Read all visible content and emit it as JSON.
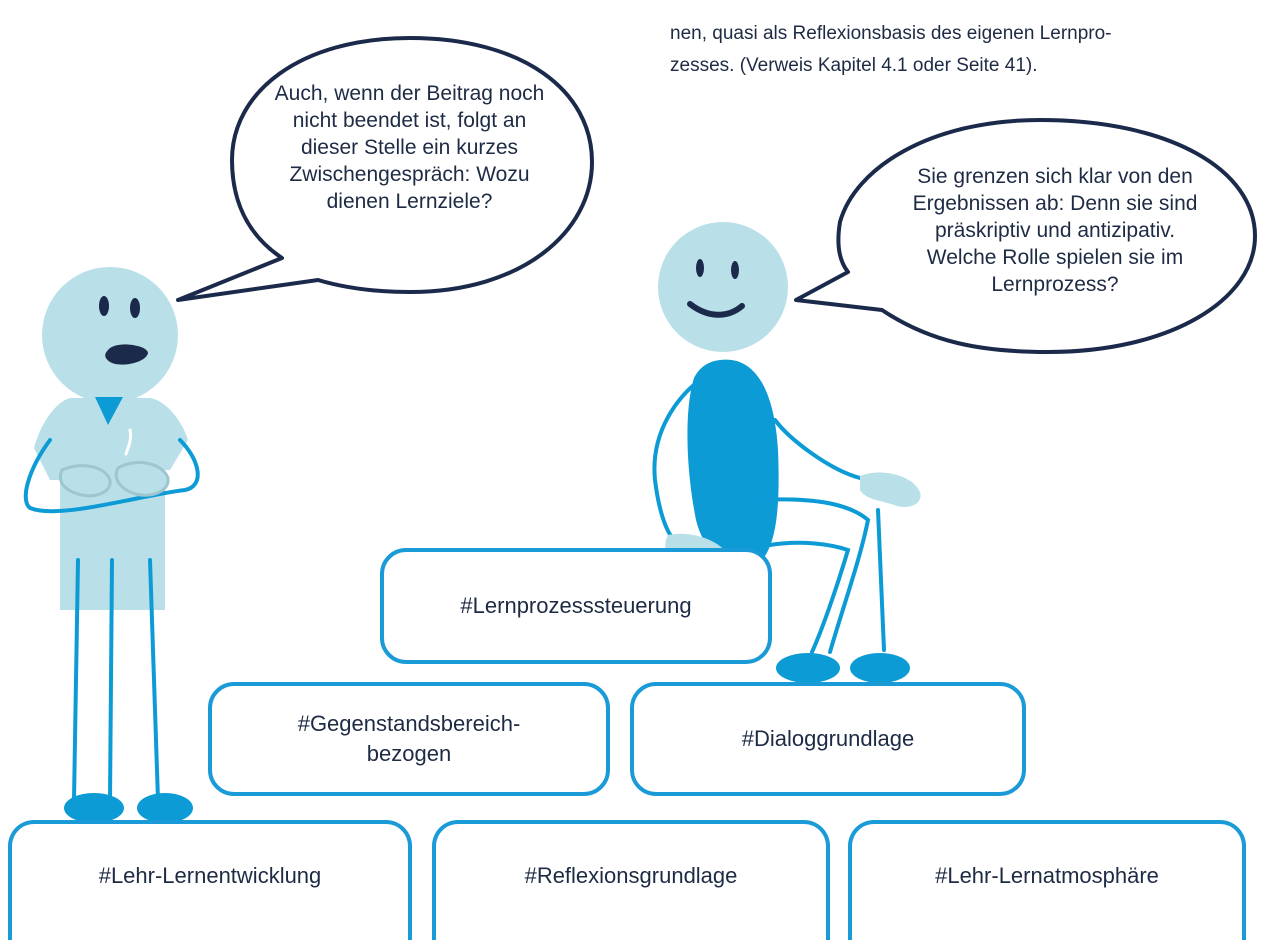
{
  "top_paragraph": {
    "lines": [
      "nen, quasi als Reflexionsbasis des eigenen Lernpro-",
      "zesses. (Verweis Kapitel 4.1 oder Seite 41)."
    ]
  },
  "bubble_left": {
    "lines": [
      "Auch, wenn der Beitrag noch",
      "nicht beendet ist, folgt an",
      "dieser Stelle ein kurzes",
      "Zwischengespräch: Wozu",
      "dienen Lernziele?"
    ]
  },
  "bubble_right": {
    "lines": [
      "Sie grenzen sich klar von den",
      "Ergebnissen ab: Denn sie sind",
      "präskriptiv und antizipativ.",
      "Welche Rolle spielen sie im",
      "Lernprozess?"
    ]
  },
  "blocks": {
    "steuerung": "#Lernprozesssteuerung",
    "gegenstand_line1": "#Gegenstandsbereich-",
    "gegenstand_line2": "bezogen",
    "dialog": "#Dialoggrundlage",
    "lehrentwicklung": "#Lehr-Lernentwicklung",
    "reflexion": "#Reflexionsgrundlage",
    "atmosphaere": "#Lehr-Lernatmosphäre"
  },
  "colors": {
    "figure_light": "#b9e0e8",
    "figure_dark": "#0d9bd6",
    "outline": "#1a9ad6",
    "bubble_outline": "#1b2a4a",
    "text": "#1e2b44"
  }
}
